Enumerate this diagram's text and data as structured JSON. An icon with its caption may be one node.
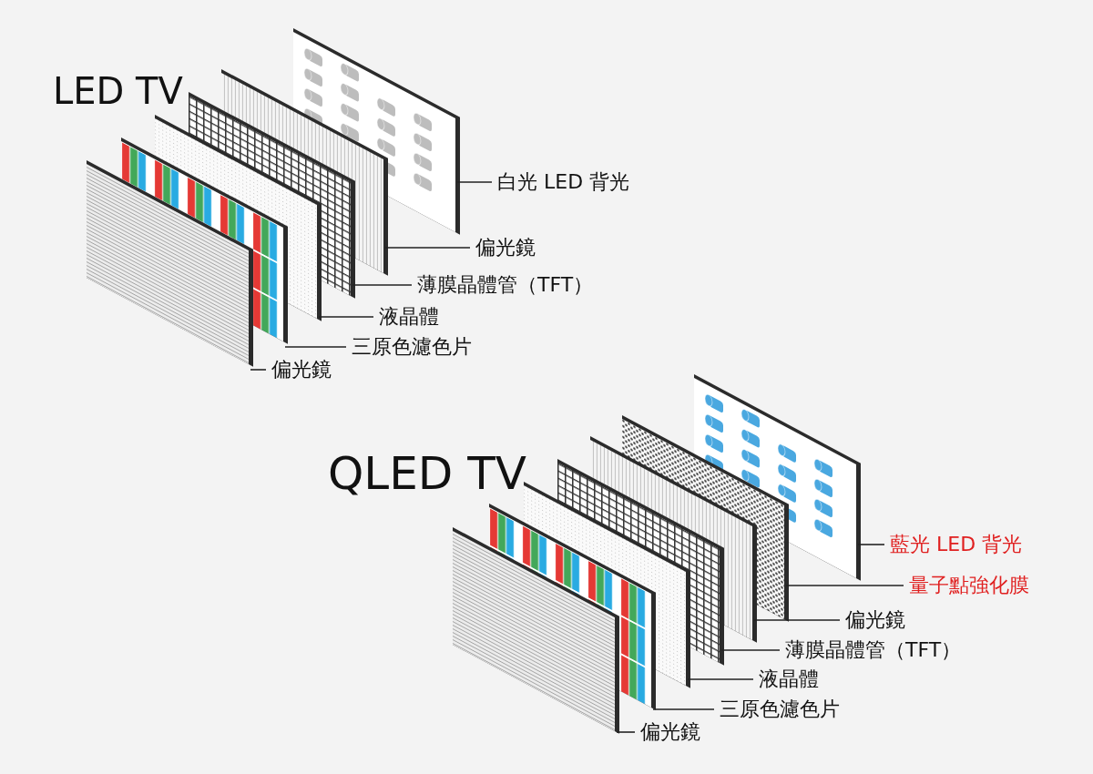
{
  "diagram": {
    "nodes": [
      {
        "text": [],
        "shape": "box"
      },
      {
        "text": [],
        "shape": "box"
      },
      {
        "text": [],
        "shape": "box"
      },
      {
        "text": [],
        "shape": "box"
      },
      {
        "text": [],
        "shape": "box"
      },
      {
        "text": [],
        "shape": "box"
      },
      {
        "text": [
          "白光 LED 背光"
        ]
      },
      {
        "text": [
          "偏光鏡"
        ]
      },
      {
        "text": [
          "薄膜晶體管（TFT）"
        ]
      },
      {
        "text": [
          "液晶體"
        ]
      },
      {
        "text": [
          "三原色濾色片"
        ]
      },
      {
        "text": [
          "偏光鏡"
        ]
      },
      {
        "text": [],
        "shape": "box"
      },
      {
        "text": [],
        "shape": "box"
      },
      {
        "text": [],
        "shape": "box"
      },
      {
        "text": [],
        "shape": "box"
      },
      {
        "text": [],
        "shape": "box"
      },
      {
        "text": [],
        "shape": "box"
      },
      {
        "text": [],
        "shape": "box"
      },
      {
        "text": [
          "藍光 LED 背光"
        ]
      },
      {
        "text": [
          "量子點強化膜"
        ]
      },
      {
        "text": [
          "偏光鏡"
        ]
      },
      {
        "text": [
          "薄膜晶體管（TFT）"
        ]
      },
      {
        "text": [
          "液晶體"
        ]
      },
      {
        "text": [
          "三原色濾色片"
        ]
      },
      {
        "text": [
          "偏光鏡"
        ]
      }
    ],
    "edges": [
      {
        "from": 6,
        "to": 5,
        "arrow": "none"
      },
      {
        "from": 7,
        "to": 4,
        "arrow": "none"
      },
      {
        "from": 8,
        "to": 3,
        "arrow": "none"
      },
      {
        "from": 9,
        "to": 2,
        "arrow": "none"
      },
      {
        "from": 10,
        "to": 1,
        "arrow": "none"
      },
      {
        "from": 11,
        "to": 0,
        "arrow": "none"
      },
      {
        "from": 19,
        "to": 18,
        "arrow": "none"
      },
      {
        "from": 20,
        "to": 17,
        "arrow": "none"
      },
      {
        "from": 21,
        "to": 16,
        "arrow": "none"
      },
      {
        "from": 22,
        "to": 15,
        "arrow": "none"
      },
      {
        "from": 23,
        "to": 14,
        "arrow": "none"
      },
      {
        "from": 24,
        "to": 13,
        "arrow": "none"
      },
      {
        "from": 25,
        "to": 12,
        "arrow": "none"
      }
    ],
    "labels": [
      "LED TV",
      "QLED TV"
    ]
  }
}
